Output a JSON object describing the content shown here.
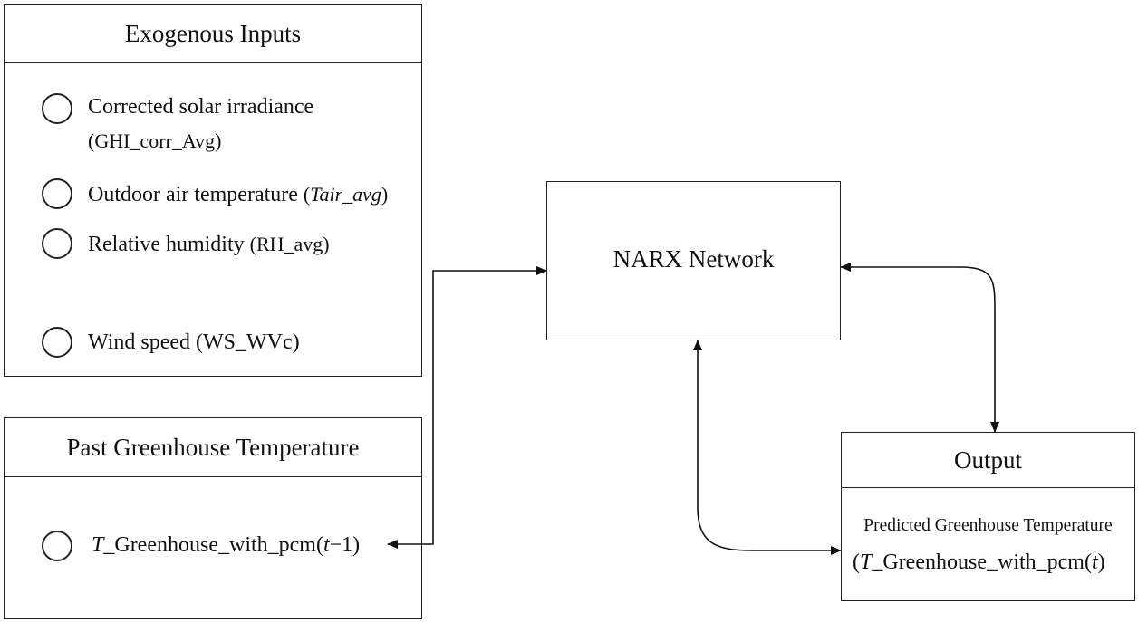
{
  "exogenous": {
    "title": "Exogenous Inputs",
    "items": [
      {
        "label": "Corrected solar irradiance",
        "var": "(GHI_corr_Avg)"
      },
      {
        "label": "Outdoor air temperature",
        "var_open": "(",
        "var_italic": "Tair_avg",
        "var_close": ")"
      },
      {
        "label": "Relative humidity",
        "var": "(RH_avg)"
      },
      {
        "label": "Wind speed",
        "var": "(WS_WVc)"
      }
    ]
  },
  "past": {
    "title": "Past Greenhouse Temperature",
    "item": {
      "italic_prefix": "T",
      "text": "_Greenhouse_with_pcm(",
      "italic_t": "t",
      "suffix": "−1)"
    }
  },
  "narx": {
    "label": "NARX Network"
  },
  "output": {
    "title": "Output",
    "subtitle": "Predicted Greenhouse Temperature",
    "var": {
      "open": "(",
      "italic_prefix": "T",
      "text": "_Greenhouse_with_pcm(",
      "italic_t": "t",
      "close": ")"
    }
  }
}
